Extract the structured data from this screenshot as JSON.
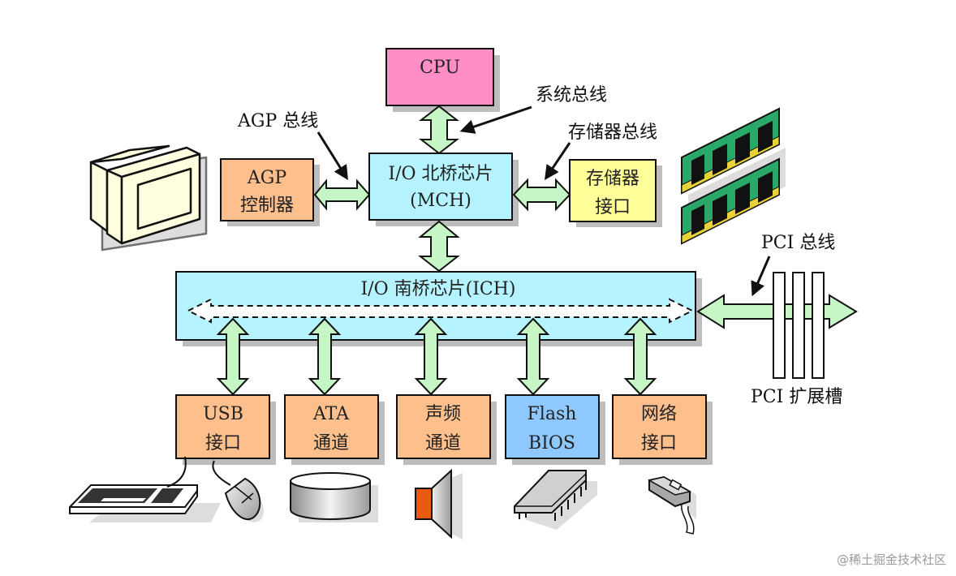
{
  "colors": {
    "cpu": "#ff8ec6",
    "bridge": "#b4f3ff",
    "peripheral": "#fdbf8c",
    "memory_interface": "#ffff99",
    "flash": "#8ec8ff",
    "bus_arrow": "#c6f5c6",
    "stroke": "#111111",
    "shadow": "#bdbdbd"
  },
  "nodes": {
    "cpu": {
      "line1": "CPU"
    },
    "north_bridge": {
      "line1": "I/O 北桥芯片",
      "line2": "(MCH)"
    },
    "agp_controller": {
      "line1": "AGP",
      "line2": "控制器"
    },
    "memory_interface": {
      "line1": "存储器",
      "line2": "接口"
    },
    "south_bridge": {
      "line1": "I/O 南桥芯片(ICH)"
    },
    "usb": {
      "line1": "USB",
      "line2": "接口"
    },
    "ata": {
      "line1": "ATA",
      "line2": "通道"
    },
    "audio": {
      "line1": "声频",
      "line2": "通道"
    },
    "flash_bios": {
      "line1": "Flash",
      "line2": "BIOS"
    },
    "network": {
      "line1": "网络",
      "line2": "接口"
    }
  },
  "labels": {
    "system_bus": "系统总线",
    "agp_bus": "AGP 总线",
    "memory_bus": "存储器总线",
    "pci_bus": "PCI 总线",
    "pci_slots": "PCI 扩展槽"
  },
  "devices": [
    "monitor",
    "memory-modules",
    "keyboard",
    "mouse",
    "hard-disk",
    "speaker",
    "bios-chip",
    "network-plug"
  ],
  "watermark": "@稀土掘金技术社区"
}
